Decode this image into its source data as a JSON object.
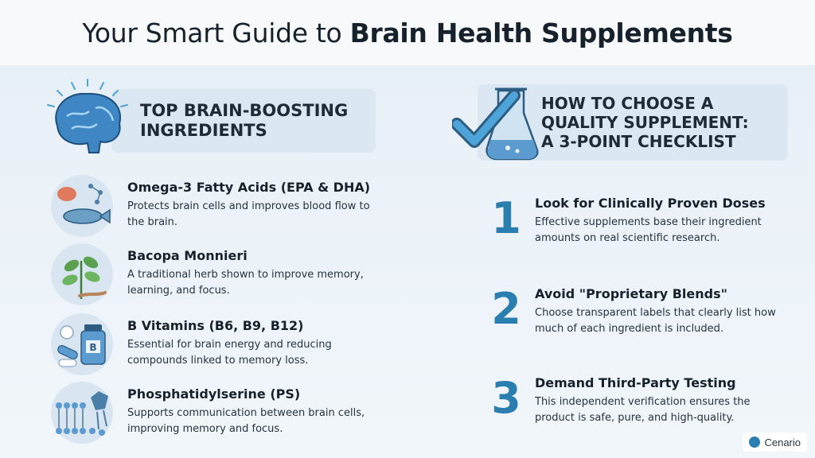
{
  "header": {
    "title_regular": "Your Smart Guide to ",
    "title_bold": "Brain Health Supplements"
  },
  "left_section": {
    "title_line1": "TOP BRAIN-BOOSTING",
    "title_line2": "INGREDIENTS",
    "icon": "brain-icon",
    "items": [
      {
        "name": "Omega-3 Fatty Acids (EPA & DHA)",
        "description": "Protects brain cells and improves blood flow to the brain.",
        "icon": "fish-icon"
      },
      {
        "name": "Bacopa Monnieri",
        "description": "A traditional herb shown to improve memory, learning, and focus.",
        "icon": "herb-icon"
      },
      {
        "name": "B Vitamins (B6, B9, B12)",
        "description": "Essential for brain energy and reducing compounds linked to memory loss.",
        "icon": "pills-icon"
      },
      {
        "name": "Phosphatidylserine (PS)",
        "description": "Supports communication between brain cells, improving memory and focus.",
        "icon": "cell-membrane-icon"
      }
    ]
  },
  "right_section": {
    "title_line1": "HOW TO CHOOSE A",
    "title_line2": "QUALITY SUPPLEMENT:",
    "title_line3": "A 3-POINT CHECKLIST",
    "icon": "checkmark-flask-icon",
    "steps": [
      {
        "number": "1",
        "title": "Look for Clinically Proven Doses",
        "description": "Effective supplements base their ingredient amounts on real scientific research."
      },
      {
        "number": "2",
        "title": "Avoid \"Proprietary Blends\"",
        "description": "Choose transparent labels that clearly list how much of each ingredient is included."
      },
      {
        "number": "3",
        "title": "Demand Third-Party Testing",
        "description": "This independent verification ensures the product is safe, pure, and high-quality."
      }
    ]
  },
  "brand": {
    "name": "Cenario"
  },
  "colors": {
    "accent": "#2b7fb0",
    "panel": "#dbe7f2",
    "background": "#eef4f9"
  }
}
